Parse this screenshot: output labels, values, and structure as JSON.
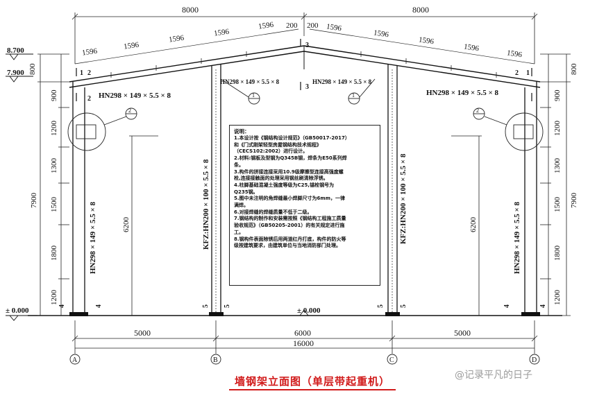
{
  "caption": "墙钢架立面图（单层带起重机）",
  "watermark": "@记录平凡的日子",
  "top_dims": {
    "left_span": "8000",
    "right_span": "8000",
    "ridge_left": "200",
    "ridge_right": "200"
  },
  "rafter_segments_left": [
    "1596",
    "1596",
    "1596",
    "1596",
    "1596"
  ],
  "rafter_segments_right": [
    "1596",
    "1596",
    "1596",
    "1596",
    "1596"
  ],
  "elevations": {
    "ridge": "8.700",
    "eave": "7.900",
    "ground_left": "± 0.000",
    "ground_mid": "± 0.000"
  },
  "left_dims": {
    "top": "800",
    "total": "7900",
    "segments": [
      "900",
      "1200",
      "1300",
      "1500",
      "1800",
      "1200"
    ]
  },
  "right_dims": {
    "top": "800",
    "total": "7900",
    "segments": [
      "900",
      "1200",
      "1300",
      "1500",
      "1800",
      "1200"
    ]
  },
  "members": {
    "left_rafter": "HN298 × 149 × 5.5 × 8",
    "right_rafter": "HN298 × 149 × 5.5 × 8",
    "center_left": "HN298 × 149 × 5.5 × 8",
    "center_right": "HN298 × 149 × 5.5 × 8",
    "left_column": "HN298 × 149 × 5.5 × 8",
    "right_column": "HN298 × 149 × 5.5 × 8",
    "wind_col_left": "KFZ:HN200 × 100 × 5.5 × 8",
    "wind_col_right": "KFZ:HN200 × 100 × 5.5 × 8"
  },
  "inner_dim_left": "6200",
  "inner_dim_right": "6200",
  "section_marks": {
    "ridge_top": "3",
    "ridge_bottom": "3",
    "left_1": "1",
    "left_2": "2",
    "right_1": "1",
    "right_2": "2",
    "col_left": "4",
    "col_mid_left": "5",
    "col_mid_right": "5",
    "col_right": "4"
  },
  "detail_labels": {
    "one": "1",
    "two": "2"
  },
  "bottom_dims": {
    "spans": [
      "5000",
      "6000",
      "5000"
    ],
    "total": "16000"
  },
  "axes": [
    "A",
    "B",
    "C",
    "D"
  ],
  "notes": {
    "title": "说明：",
    "lines": [
      "1.本设计按《钢结构设计规范》（GB50017-2017）",
      "和《门式刚架轻型房屋钢结构技术规程》",
      "（CECS102:2002）进行设计。",
      "2.材料:钢板及型钢为Q345B钢，焊条为E50系列焊",
      "条。",
      "3.构件的拼接连接采用10.9级摩擦型连接高强度螺",
      "栓,连接接触面的处理采用钢丝刷清除浮锈。",
      "4.柱脚基础混凝土强度等级为C25,锚栓钢号为",
      "Q235钢。",
      "5.图中未注明的角焊缝最小焊脚尺寸为6mm，一律",
      "满焊。",
      "6.对接焊缝的焊缝质量不低于二级。",
      "7.钢结构的制作和安装需按照《钢结构工程施工质量",
      "验收规范》（GB50205-2001）的有关规定进行施",
      "工。",
      "8.钢构件表面除锈后用两道红丹打底，构件的防火等",
      "级按建筑要求，由建筑单位与当地消防部门处理。"
    ]
  }
}
